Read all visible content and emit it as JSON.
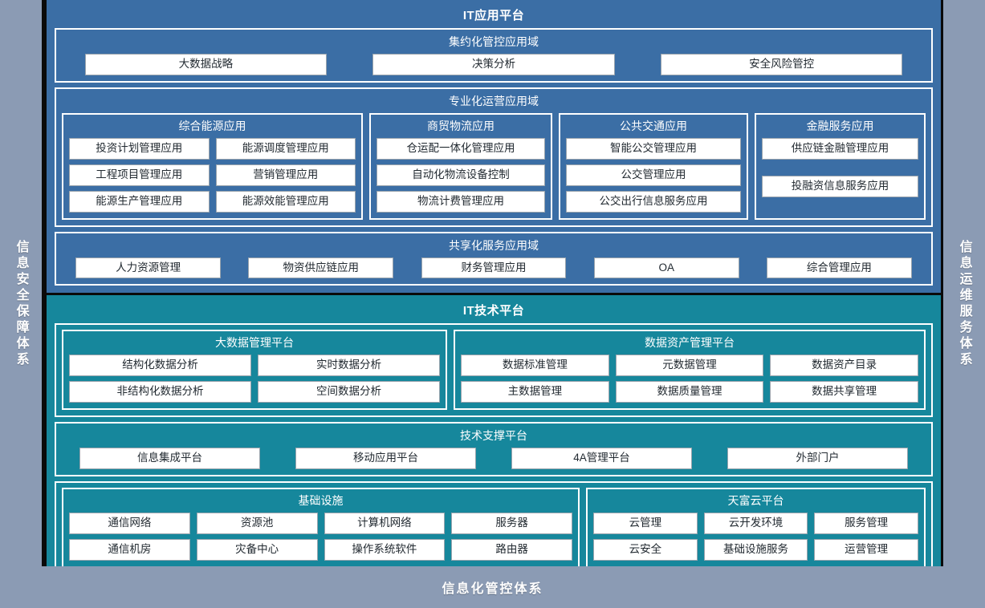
{
  "left_rail": {
    "label": "信息安全保障体系"
  },
  "right_rail": {
    "label": "信息运维服务体系"
  },
  "bottom_bar": {
    "label": "信息化管控体系"
  },
  "colors": {
    "app_platform_bg": "#3b6ea5",
    "tech_platform_bg": "#16879c",
    "rail_bg": "#8b9bb4",
    "chip_bg": "#ffffff",
    "outline": "#ffffff"
  },
  "app_platform": {
    "title": "IT应用平台",
    "domains": [
      {
        "title": "集约化管控应用域",
        "items": [
          "大数据战略",
          "决策分析",
          "安全风险管控"
        ]
      },
      {
        "title": "专业化运营应用域",
        "groups": [
          {
            "title": "综合能源应用",
            "rows": [
              [
                "投资计划管理应用",
                "能源调度管理应用"
              ],
              [
                "工程项目管理应用",
                "营销管理应用"
              ],
              [
                "能源生产管理应用",
                "能源效能管理应用"
              ]
            ]
          },
          {
            "title": "商贸物流应用",
            "rows": [
              [
                "仓运配一体化管理应用"
              ],
              [
                "自动化物流设备控制"
              ],
              [
                "物流计费管理应用"
              ]
            ]
          },
          {
            "title": "公共交通应用",
            "rows": [
              [
                "智能公交管理应用"
              ],
              [
                "公交管理应用"
              ],
              [
                "公交出行信息服务应用"
              ]
            ]
          },
          {
            "title": "金融服务应用",
            "rows": [
              [
                "供应链金融管理应用"
              ],
              [
                ""
              ],
              [
                "投融资信息服务应用"
              ]
            ]
          }
        ]
      },
      {
        "title": "共享化服务应用域",
        "items": [
          "人力资源管理",
          "物资供应链应用",
          "财务管理应用",
          "OA",
          "综合管理应用"
        ]
      }
    ]
  },
  "tech_platform": {
    "title": "IT技术平台",
    "group_rows": [
      {
        "groups": [
          {
            "title": "大数据管理平台",
            "rows": [
              [
                "结构化数据分析",
                "实时数据分析"
              ],
              [
                "非结构化数据分析",
                "空间数据分析"
              ]
            ]
          },
          {
            "title": "数据资产管理平台",
            "rows": [
              [
                "数据标准管理",
                "元数据管理",
                "数据资产目录"
              ],
              [
                "主数据管理",
                "数据质量管理",
                "数据共享管理"
              ]
            ]
          }
        ]
      }
    ],
    "support_domain": {
      "title": "技术支撑平台",
      "items": [
        "信息集成平台",
        "移动应用平台",
        "4A管理平台",
        "外部门户"
      ]
    },
    "bottom_groups": [
      {
        "title": "基础设施",
        "rows": [
          [
            "通信网络",
            "资源池",
            "计算机网络",
            "服务器"
          ],
          [
            "通信机房",
            "灾备中心",
            "操作系统软件",
            "路由器"
          ]
        ]
      },
      {
        "title": "天富云平台",
        "rows": [
          [
            "云管理",
            "云开发环境",
            "服务管理"
          ],
          [
            "云安全",
            "基础设施服务",
            "运营管理"
          ]
        ]
      }
    ]
  }
}
